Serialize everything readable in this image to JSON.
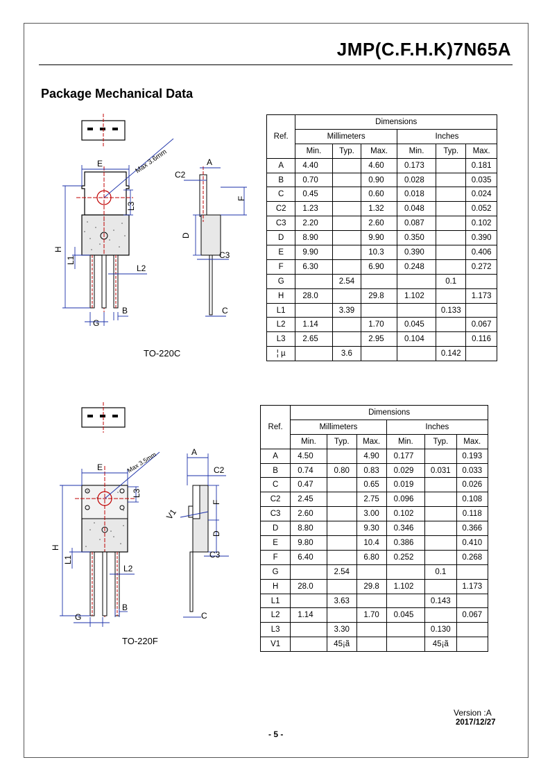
{
  "header": {
    "title": "JMP(C.F.H.K)7N65A"
  },
  "section_title": "Package Mechanical Data",
  "packages": [
    {
      "name": "TO-220C",
      "drawing_labels": [
        "E",
        "Max 3.6mm",
        "A",
        "C2",
        "F",
        "L3",
        "D",
        "H",
        "L1",
        "C3",
        "L2",
        "B",
        "G",
        "C"
      ],
      "table": {
        "header_dimensions": "Dimensions",
        "header_ref": "Ref.",
        "header_mm": "Millimeters",
        "header_in": "Inches",
        "sub": [
          "Min.",
          "Typ.",
          "Max.",
          "Min.",
          "Typ.",
          "Max."
        ],
        "rows": [
          [
            "A",
            "4.40",
            "",
            "4.60",
            "0.173",
            "",
            "0.181"
          ],
          [
            "B",
            "0.70",
            "",
            "0.90",
            "0.028",
            "",
            "0.035"
          ],
          [
            "C",
            "0.45",
            "",
            "0.60",
            "0.018",
            "",
            "0.024"
          ],
          [
            "C2",
            "1.23",
            "",
            "1.32",
            "0.048",
            "",
            "0.052"
          ],
          [
            "C3",
            "2.20",
            "",
            "2.60",
            "0.087",
            "",
            "0.102"
          ],
          [
            "D",
            "8.90",
            "",
            "9.90",
            "0.350",
            "",
            "0.390"
          ],
          [
            "E",
            "9.90",
            "",
            "10.3",
            "0.390",
            "",
            "0.406"
          ],
          [
            "F",
            "6.30",
            "",
            "6.90",
            "0.248",
            "",
            "0.272"
          ],
          [
            "G",
            "",
            "2.54",
            "",
            "",
            "0.1",
            ""
          ],
          [
            "H",
            "28.0",
            "",
            "29.8",
            "1.102",
            "",
            "1.173"
          ],
          [
            "L1",
            "",
            "3.39",
            "",
            "",
            "0.133",
            ""
          ],
          [
            "L2",
            "1.14",
            "",
            "1.70",
            "0.045",
            "",
            "0.067"
          ],
          [
            "L3",
            "2.65",
            "",
            "2.95",
            "0.104",
            "",
            "0.116"
          ],
          [
            "¦ µ",
            "",
            "3.6",
            "",
            "",
            "0.142",
            ""
          ]
        ]
      }
    },
    {
      "name": "TO-220F",
      "drawing_labels": [
        "E",
        "Max 3.5mm",
        "A",
        "C2",
        "L3",
        "F",
        "V1",
        "D",
        "H",
        "L1",
        "L2",
        "C3",
        "B",
        "G",
        "C"
      ],
      "table": {
        "header_dimensions": "Dimensions",
        "header_ref": "Ref.",
        "header_mm": "Millimeters",
        "header_in": "Inches",
        "sub": [
          "Min.",
          "Typ.",
          "Max.",
          "Min.",
          "Typ.",
          "Max."
        ],
        "rows": [
          [
            "A",
            "4.50",
            "",
            "4.90",
            "0.177",
            "",
            "0.193"
          ],
          [
            "B",
            "0.74",
            "0.80",
            "0.83",
            "0.029",
            "0.031",
            "0.033"
          ],
          [
            "C",
            "0.47",
            "",
            "0.65",
            "0.019",
            "",
            "0.026"
          ],
          [
            "C2",
            "2.45",
            "",
            "2.75",
            "0.096",
            "",
            "0.108"
          ],
          [
            "C3",
            "2.60",
            "",
            "3.00",
            "0.102",
            "",
            "0.118"
          ],
          [
            "D",
            "8.80",
            "",
            "9.30",
            "0.346",
            "",
            "0.366"
          ],
          [
            "E",
            "9.80",
            "",
            "10.4",
            "0.386",
            "",
            "0.410"
          ],
          [
            "F",
            "6.40",
            "",
            "6.80",
            "0.252",
            "",
            "0.268"
          ],
          [
            "G",
            "",
            "2.54",
            "",
            "",
            "0.1",
            ""
          ],
          [
            "H",
            "28.0",
            "",
            "29.8",
            "1.102",
            "",
            "1.173"
          ],
          [
            "L1",
            "",
            "3.63",
            "",
            "",
            "0.143",
            ""
          ],
          [
            "L2",
            "1.14",
            "",
            "1.70",
            "0.045",
            "",
            "0.067"
          ],
          [
            "L3",
            "",
            "3.30",
            "",
            "",
            "0.130",
            ""
          ],
          [
            "V1",
            "",
            "45¡ã",
            "",
            "",
            "45¡ã",
            ""
          ]
        ]
      }
    }
  ],
  "footer": {
    "version": "Version :A",
    "date": "2017/12/27",
    "page": "- 5 -"
  },
  "colors": {
    "centerline": "#c00000",
    "dimension_line": "#1a2fa8",
    "outline": "#000000"
  }
}
